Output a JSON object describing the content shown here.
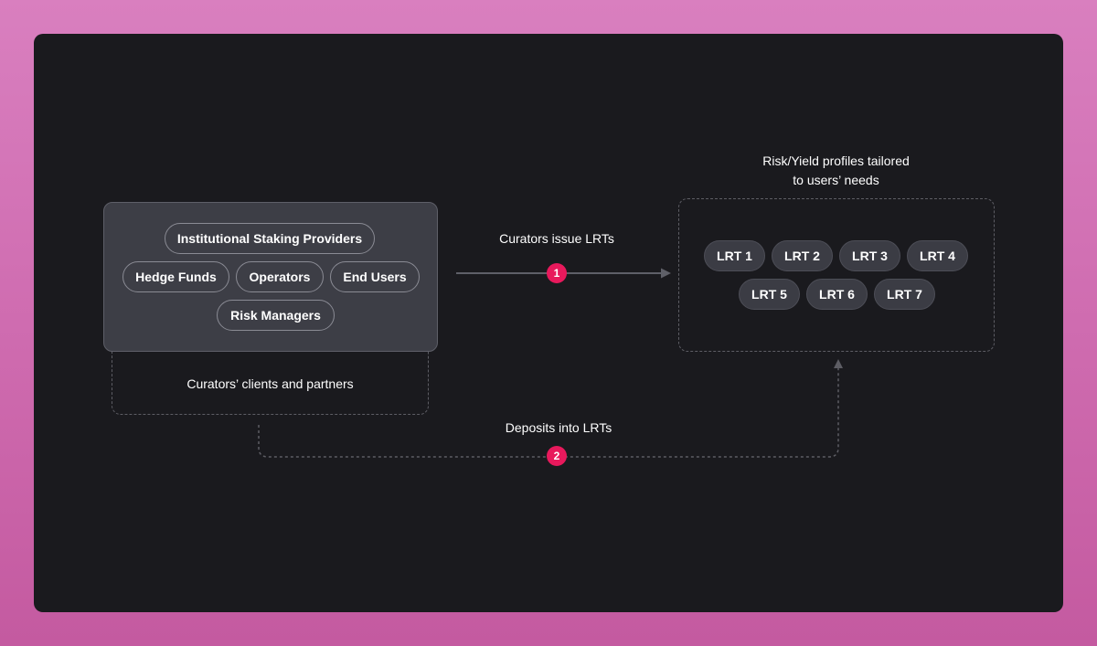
{
  "clients": {
    "pills": [
      "Institutional Staking Providers",
      "Hedge Funds",
      "Operators",
      "End Users",
      "Risk Managers"
    ],
    "caption": "Curators’ clients and partners"
  },
  "profiles": {
    "caption_line1": "Risk/Yield profiles tailored",
    "caption_line2": "to users’ needs",
    "lrts": [
      "LRT 1",
      "LRT 2",
      "LRT 3",
      "LRT 4",
      "LRT 5",
      "LRT 6",
      "LRT 7"
    ]
  },
  "flows": [
    {
      "step": "1",
      "label": "Curators issue LRTs"
    },
    {
      "step": "2",
      "label": "Deposits into LRTs"
    }
  ],
  "colors": {
    "badge": "#e8195c",
    "card": "#1a1a1e",
    "panel": "#3d3e46",
    "background": "#d36fb3"
  }
}
